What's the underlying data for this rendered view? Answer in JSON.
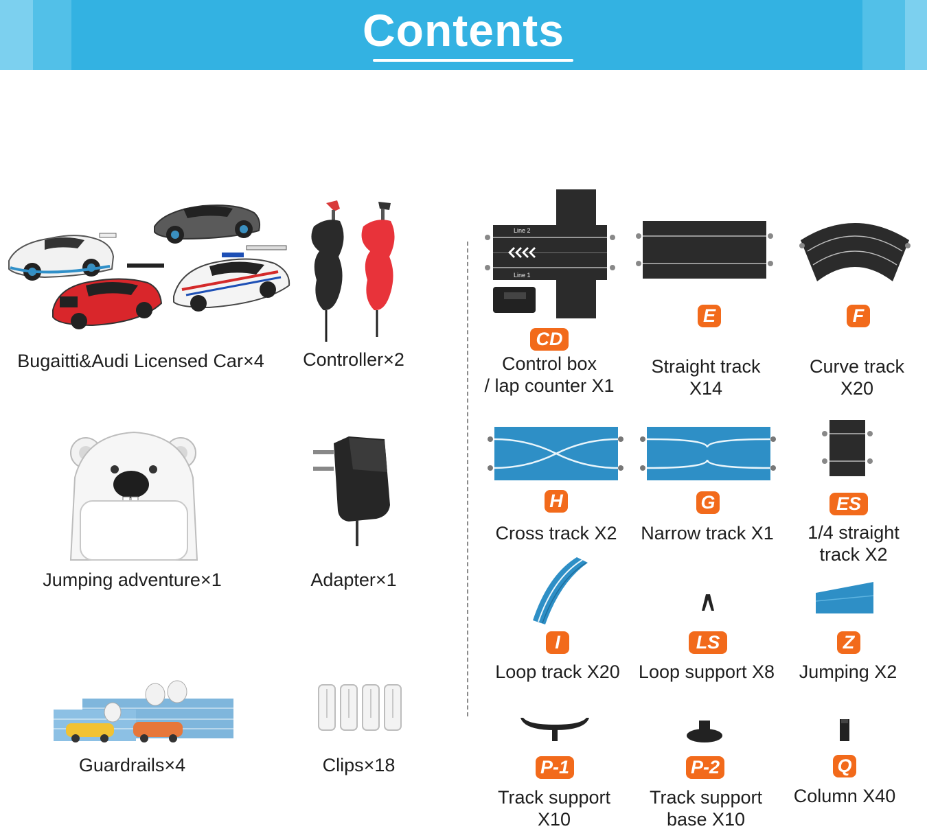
{
  "header": {
    "title": "Contents"
  },
  "left_items": [
    {
      "label": "Bugaitti&Audi Licensed Car×4"
    },
    {
      "label": "Controller×2"
    },
    {
      "label": "Jumping adventure×1"
    },
    {
      "label": "Adapter×1"
    },
    {
      "label": "Guardrails×4"
    },
    {
      "label": "Clips×18"
    }
  ],
  "parts": [
    {
      "code": "CD",
      "label_line1": "Control box",
      "label_line2": "/ lap counter X1"
    },
    {
      "code": "E",
      "label_line1": "Straight track",
      "label_line2": "X14"
    },
    {
      "code": "F",
      "label_line1": "Curve track",
      "label_line2": "X20"
    },
    {
      "code": "H",
      "label_line1": "Cross track X2"
    },
    {
      "code": "G",
      "label_line1": "Narrow track X1"
    },
    {
      "code": "ES",
      "label_line1": "1/4 straight",
      "label_line2": "track X2"
    },
    {
      "code": "I",
      "label_line1": "Loop track X20"
    },
    {
      "code": "LS",
      "label_line1": "Loop support X8"
    },
    {
      "code": "Z",
      "label_line1": "Jumping X2"
    },
    {
      "code": "P-1",
      "label_line1": "Track support",
      "label_line2": "X10"
    },
    {
      "code": "P-2",
      "label_line1": "Track support",
      "label_line2": "base X10"
    },
    {
      "code": "Q",
      "label_line1": "Column X40"
    }
  ],
  "track_text": {
    "lane2": "Line 2",
    "lane1": "Line 1"
  },
  "colors": {
    "banner": "#33b2e2",
    "badge": "#f26a1b",
    "track_dark": "#2b2b2b",
    "track_blue": "#2e8fc6"
  }
}
